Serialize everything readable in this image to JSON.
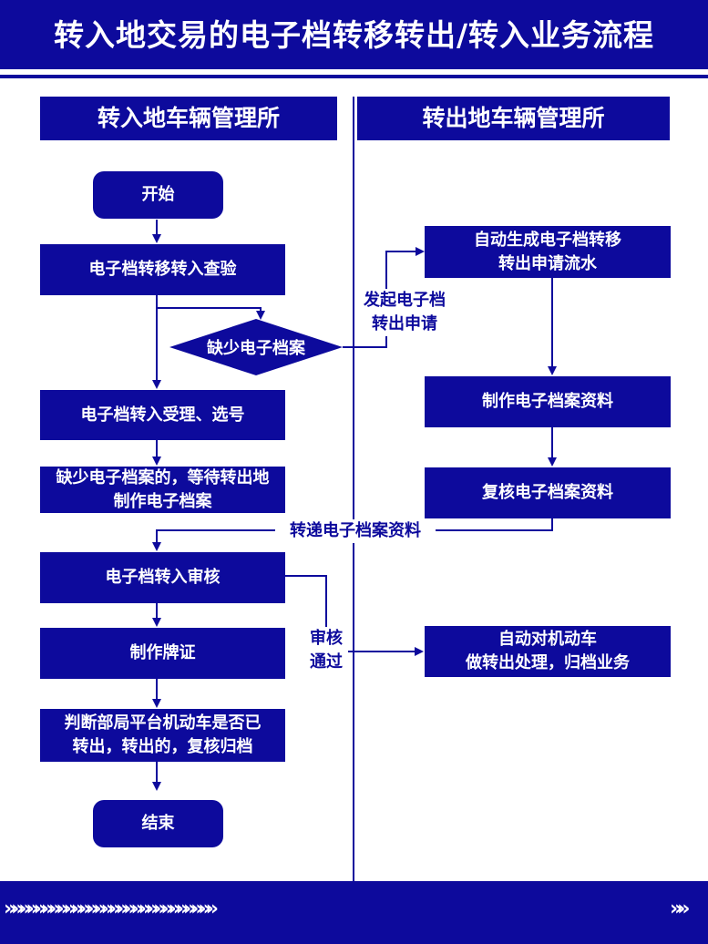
{
  "title": "转入地交易的电子档转移转出/转入业务流程",
  "lanes": {
    "left": "转入地车辆管理所",
    "right": "转出地车辆管理所"
  },
  "left_steps": {
    "start": "开始",
    "inspect": "电子档转移转入查验",
    "missing": "缺少电子档案",
    "accept": "电子档转入受理、选号",
    "wait_line1": "缺少电子档案的，等待转出地",
    "wait_line2": "制作电子档案",
    "review": "电子档转入审核",
    "plate": "制作牌证",
    "judge_line1": "判断部局平台机动车是否已",
    "judge_line2": "转出，转出的，复核归档",
    "end": "结束"
  },
  "right_steps": {
    "gen_line1": "自动生成电子档转移",
    "gen_line2": "转出申请流水",
    "make": "制作电子档案资料",
    "recheck": "复核电子档案资料",
    "auto_line1": "自动对机动车",
    "auto_line2": "做转出处理，归档业务"
  },
  "connectors": {
    "apply_line1": "发起电子档",
    "apply_line2": "转出申请",
    "transfer": "转递电子档案资料",
    "pass_line1": "审核",
    "pass_line2": "通过"
  },
  "colors": {
    "primary": "#0d0a9c",
    "background": "#ffffff"
  },
  "footer_icons": [
    "double-chevron-arrows",
    "double-chevron-arrows"
  ]
}
